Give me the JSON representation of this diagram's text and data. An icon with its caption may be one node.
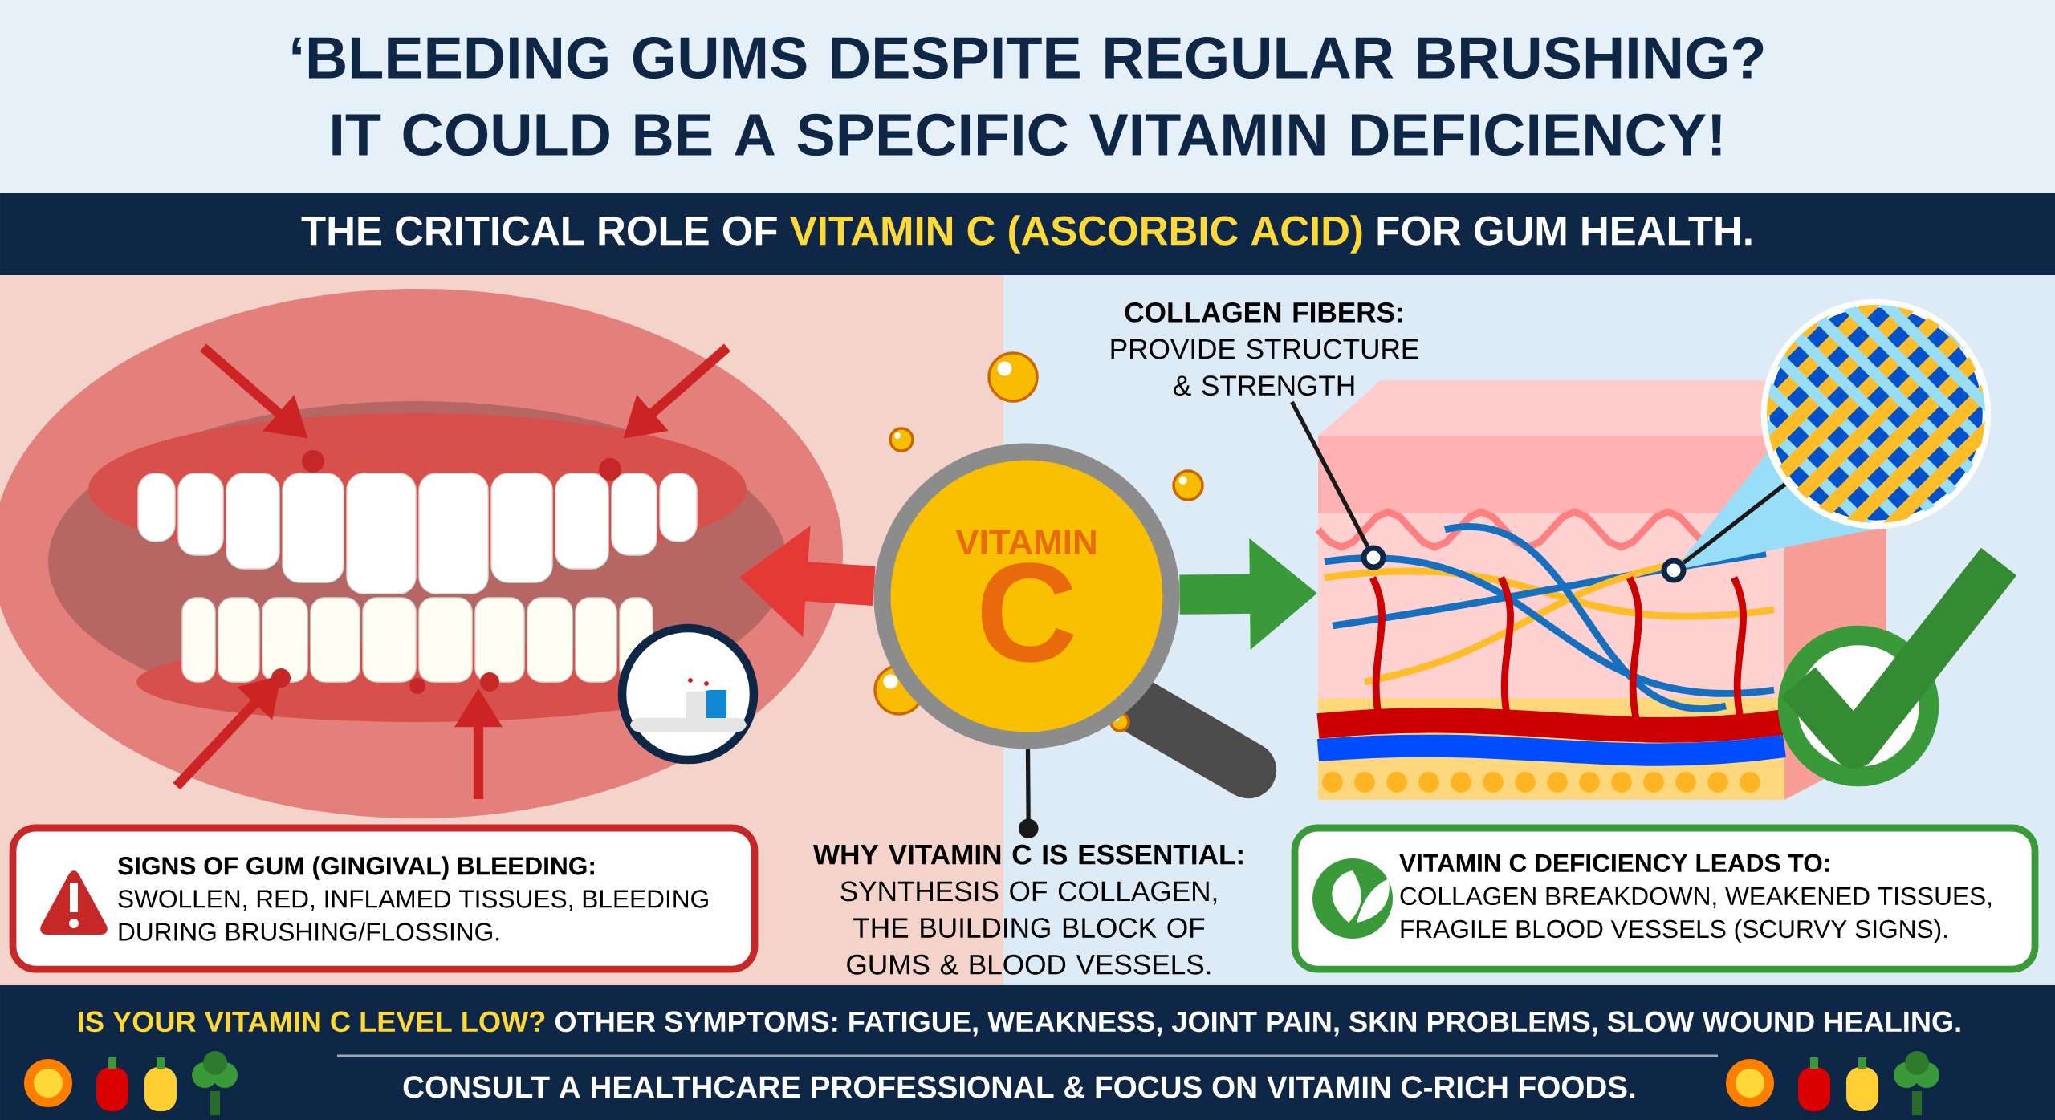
{
  "diagram": {
    "title": "‘BLEEDING GUMS DESPITE REGULAR BRUSHING? IT COULD BE A SPECIFIC VITAMIN DEFICIENCY!",
    "nodes": [
      {
        "text": [],
        "shape": "picture"
      },
      {
        "text": [
          "VITAMIN",
          "C"
        ]
      },
      {
        "text": [],
        "shape": "picture"
      },
      {
        "text": [],
        "shape": "circle",
        "in": 2
      },
      {
        "text": [],
        "shape": "circle",
        "in": 2
      },
      {
        "text": [],
        "shape": "circle"
      },
      {
        "text": [
          "COLLAGEN FIBERS:",
          "PROVIDE STRUCTURE & STRENGTH"
        ]
      },
      {
        "text": [
          "SIGNS OF GUM (GINGIVAL) BLEEDING:",
          "SWOLLEN, RED, INFLAMED TISSUES, BLEEDING DURING BRUSHING/FLOSSING."
        ]
      },
      {
        "text": [
          "WHY VITAMIN C IS ESSENTIAL:",
          "SYNTHESIS OF COLLAGEN, THE BUILDING BLOCK OF GUMS & BLOOD VESSELS."
        ]
      },
      {
        "text": [
          "VITAMIN C DEFICIENCY LEADS TO:",
          "COLLAGEN BREAKDOWN, WEAKENED TISSUES, FRAGILE BLOOD VESSELS (SCURVY SIGNS)."
        ]
      }
    ],
    "edges": [
      {
        "from": 1,
        "to": 0,
        "arrow": "to",
        "style": "thick",
        "color": "#e53935"
      },
      {
        "from": 1,
        "to": 2,
        "arrow": "to",
        "style": "thick",
        "color": "#3a9a3a"
      },
      {
        "from": 6,
        "to": 3,
        "arrow": "none"
      },
      {
        "from": 4,
        "to": 5,
        "arrow": "none"
      },
      {
        "from": 1,
        "to": 8,
        "arrow": "other"
      }
    ],
    "labels": [
      "THE CRITICAL ROLE OF",
      "VITAMIN C (ASCORBIC ACID)",
      "FOR GUM HEALTH.",
      "IS YOUR VITAMIN C LEVEL LOW?",
      "**OTHER SYMPTOMS:** FATIGUE, WEAKNESS, JOINT PAIN, SKIN PROBLEMS, SLOW WOUND HEALING.",
      "CONSULT A HEALTHCARE PROFESSIONAL & FOCUS ON VITAMIN C-RICH FOODS."
    ]
  }
}
